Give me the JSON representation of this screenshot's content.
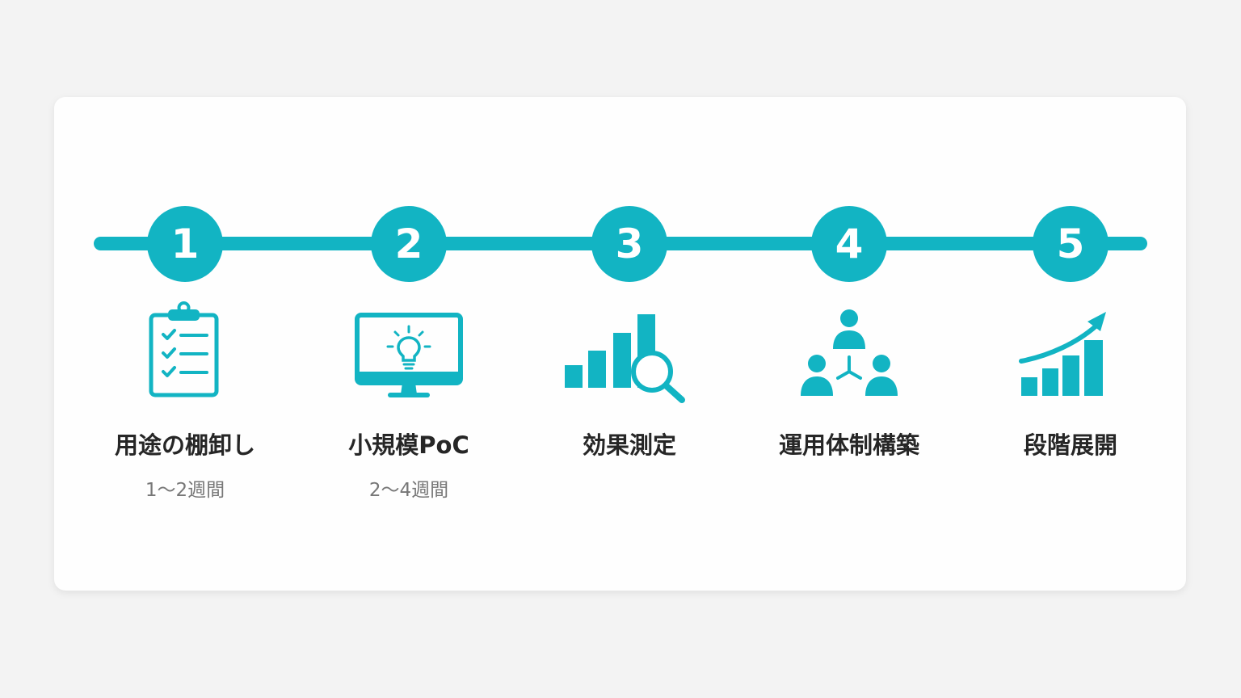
{
  "accent_color": "#12b4c3",
  "steps": [
    {
      "number": "1",
      "title": "用途の棚卸し",
      "duration": "1〜2週間",
      "icon": "clipboard-checklist-icon"
    },
    {
      "number": "2",
      "title": "小規模PoC",
      "duration": "2〜4週間",
      "icon": "monitor-lightbulb-icon"
    },
    {
      "number": "3",
      "title": "効果測定",
      "duration": "",
      "icon": "bar-chart-magnifier-icon"
    },
    {
      "number": "4",
      "title": "運用体制構築",
      "duration": "",
      "icon": "team-network-icon"
    },
    {
      "number": "5",
      "title": "段階展開",
      "duration": "",
      "icon": "growth-chart-arrow-icon"
    }
  ]
}
